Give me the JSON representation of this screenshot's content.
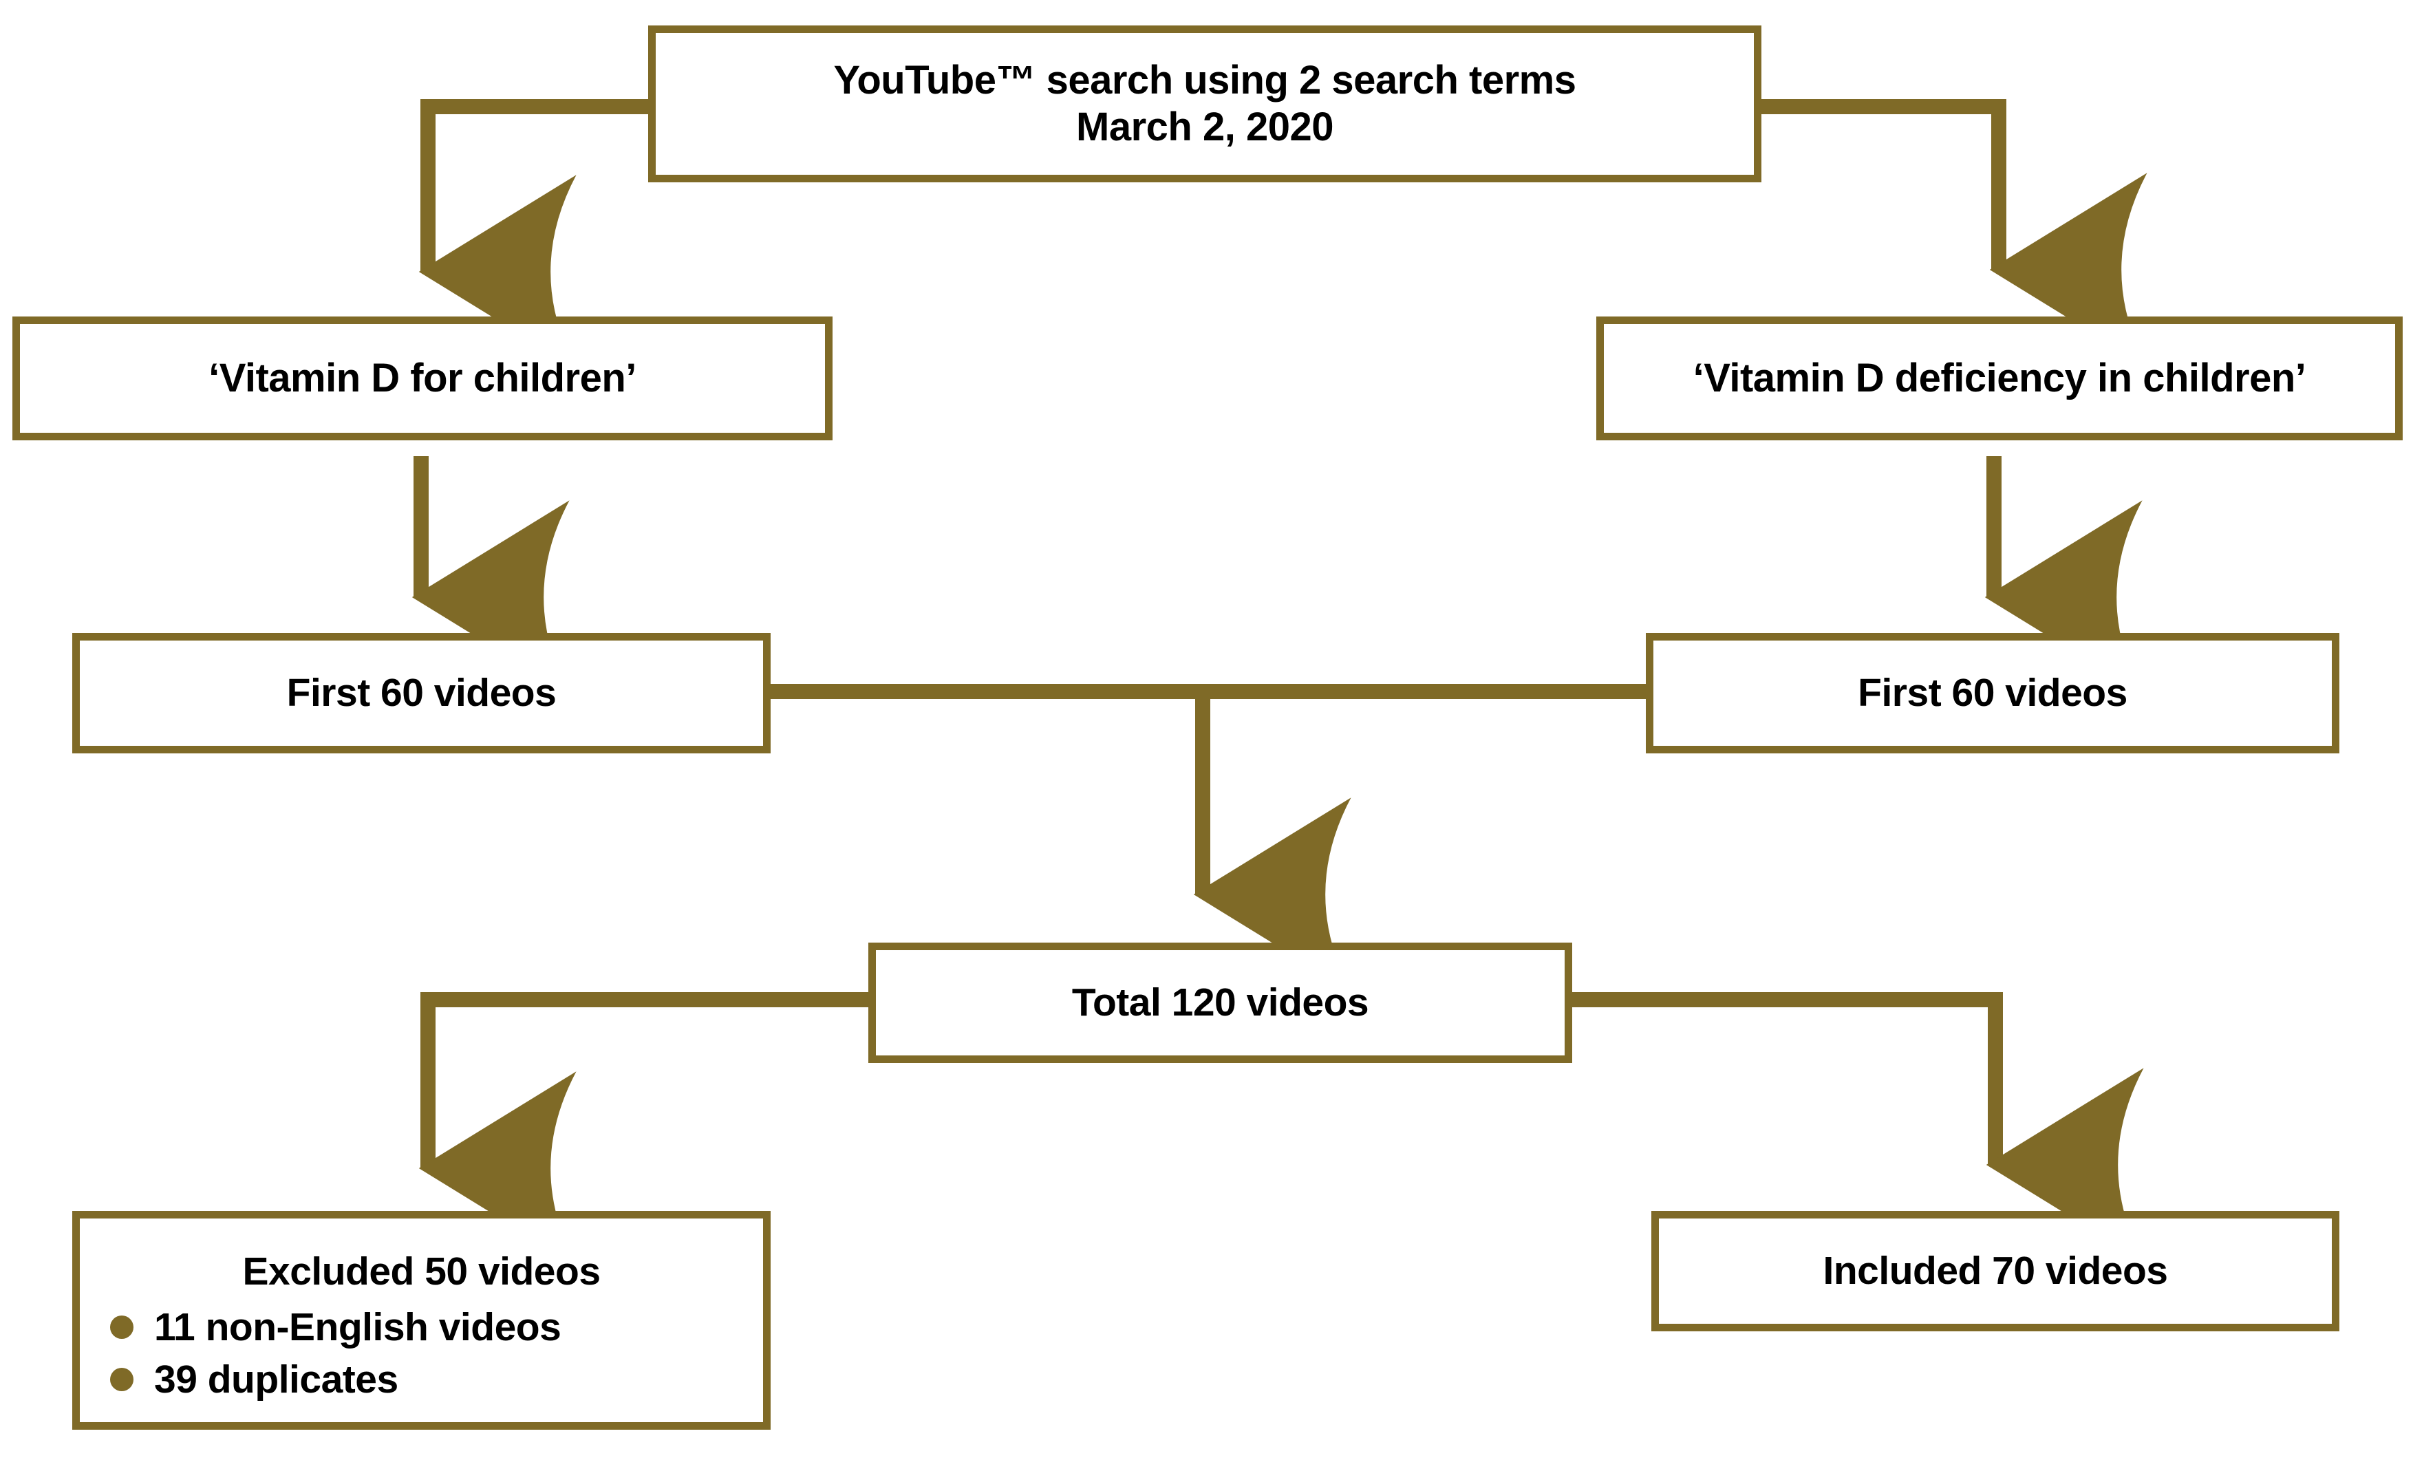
{
  "diagram": {
    "title": "YouTube video selection flow chart",
    "accent_color": "#7f6a27",
    "text_color": "#000000",
    "background_color": "#ffffff"
  },
  "nodes": {
    "search_header": {
      "line1": "YouTube™ search using 2 search terms",
      "line2": "March 2, 2020"
    },
    "term_left": {
      "label": "‘Vitamin D for children’"
    },
    "term_right": {
      "label": "‘Vitamin D deficiency in children’"
    },
    "first60_left": {
      "label": "First 60 videos"
    },
    "first60_right": {
      "label": "First 60 videos"
    },
    "total": {
      "label": "Total 120 videos"
    },
    "excluded": {
      "label": "Excluded 50 videos",
      "items": [
        "11 non-English videos",
        "39 duplicates"
      ]
    },
    "included": {
      "label": "Included 70 videos"
    }
  }
}
